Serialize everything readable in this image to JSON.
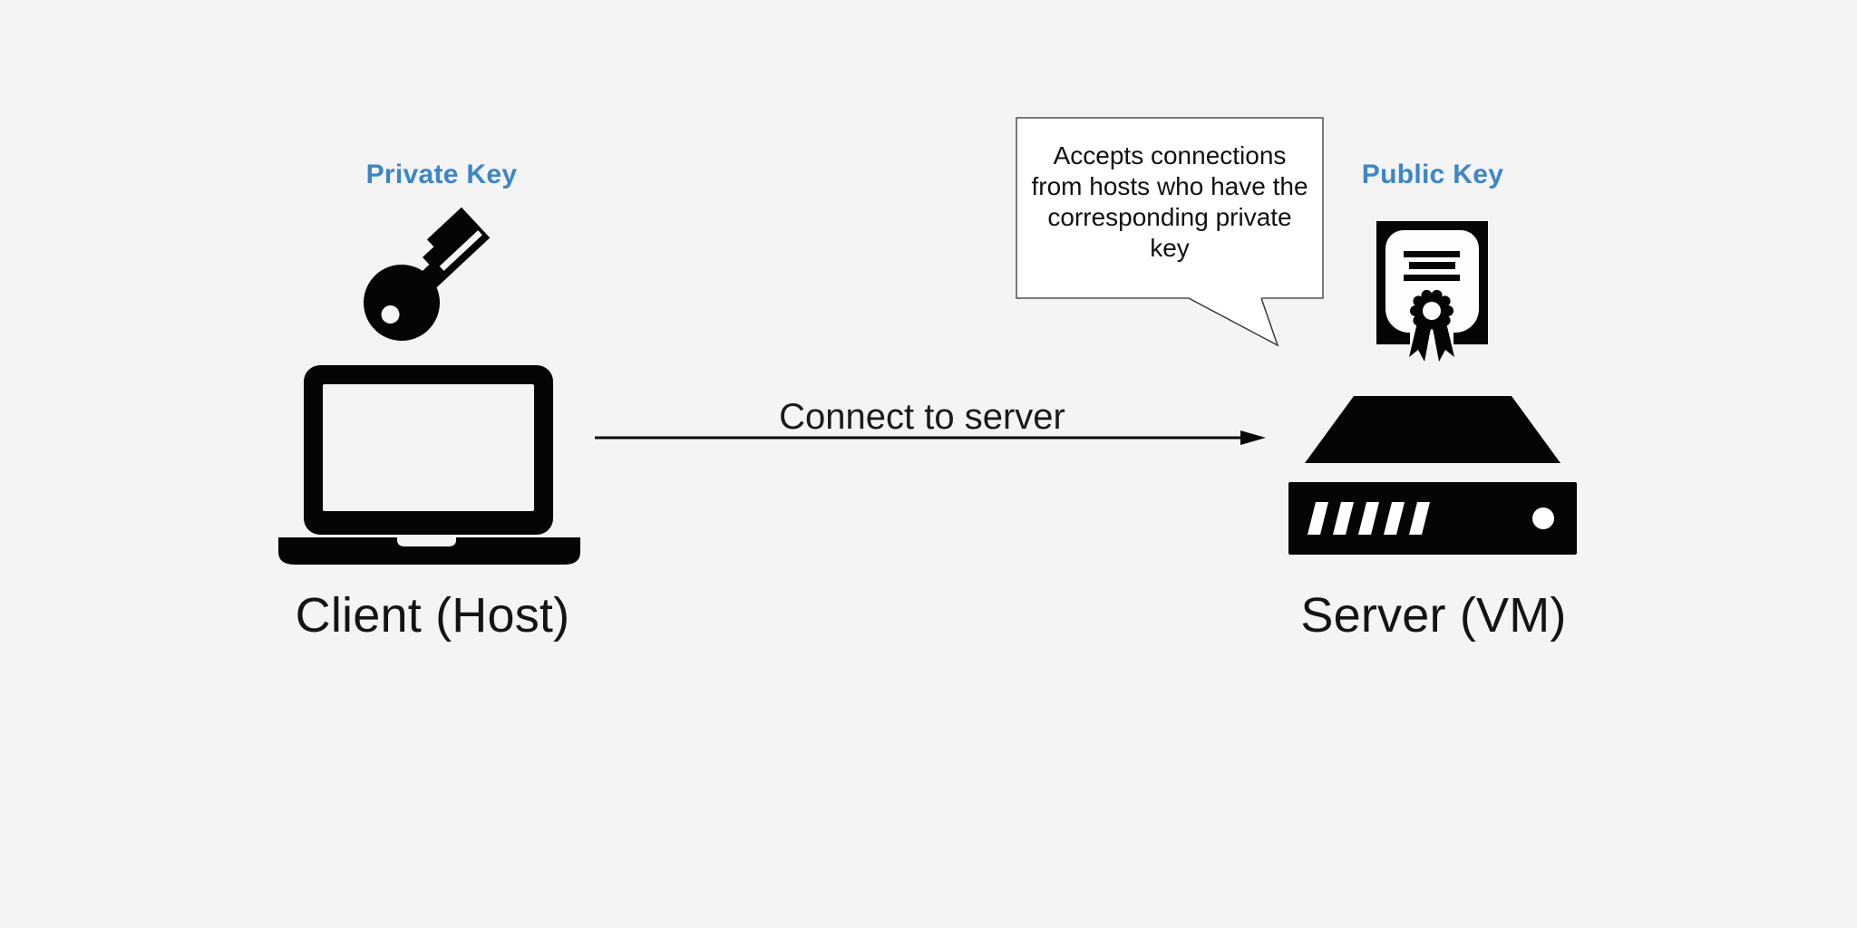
{
  "client": {
    "key_label": "Private Key",
    "name": "Client (Host)"
  },
  "server": {
    "key_label": "Public Key",
    "name": "Server (VM)"
  },
  "connection": {
    "label": "Connect to server"
  },
  "callout": {
    "lines": [
      "Accepts connections",
      "from hosts who have the",
      "corresponding private",
      "key"
    ]
  },
  "icons": {
    "client_key": "key-icon",
    "client_device": "laptop-icon",
    "server_key": "certificate-icon",
    "server_device": "server-icon",
    "connector": "arrow-right-icon",
    "callout_pointer": "speech-bubble-tail-icon"
  },
  "colors": {
    "accent_blue": "#3d85c6",
    "background": "#f4f4f5",
    "icon_black": "#050505",
    "callout_border": "#7a7a7a"
  }
}
